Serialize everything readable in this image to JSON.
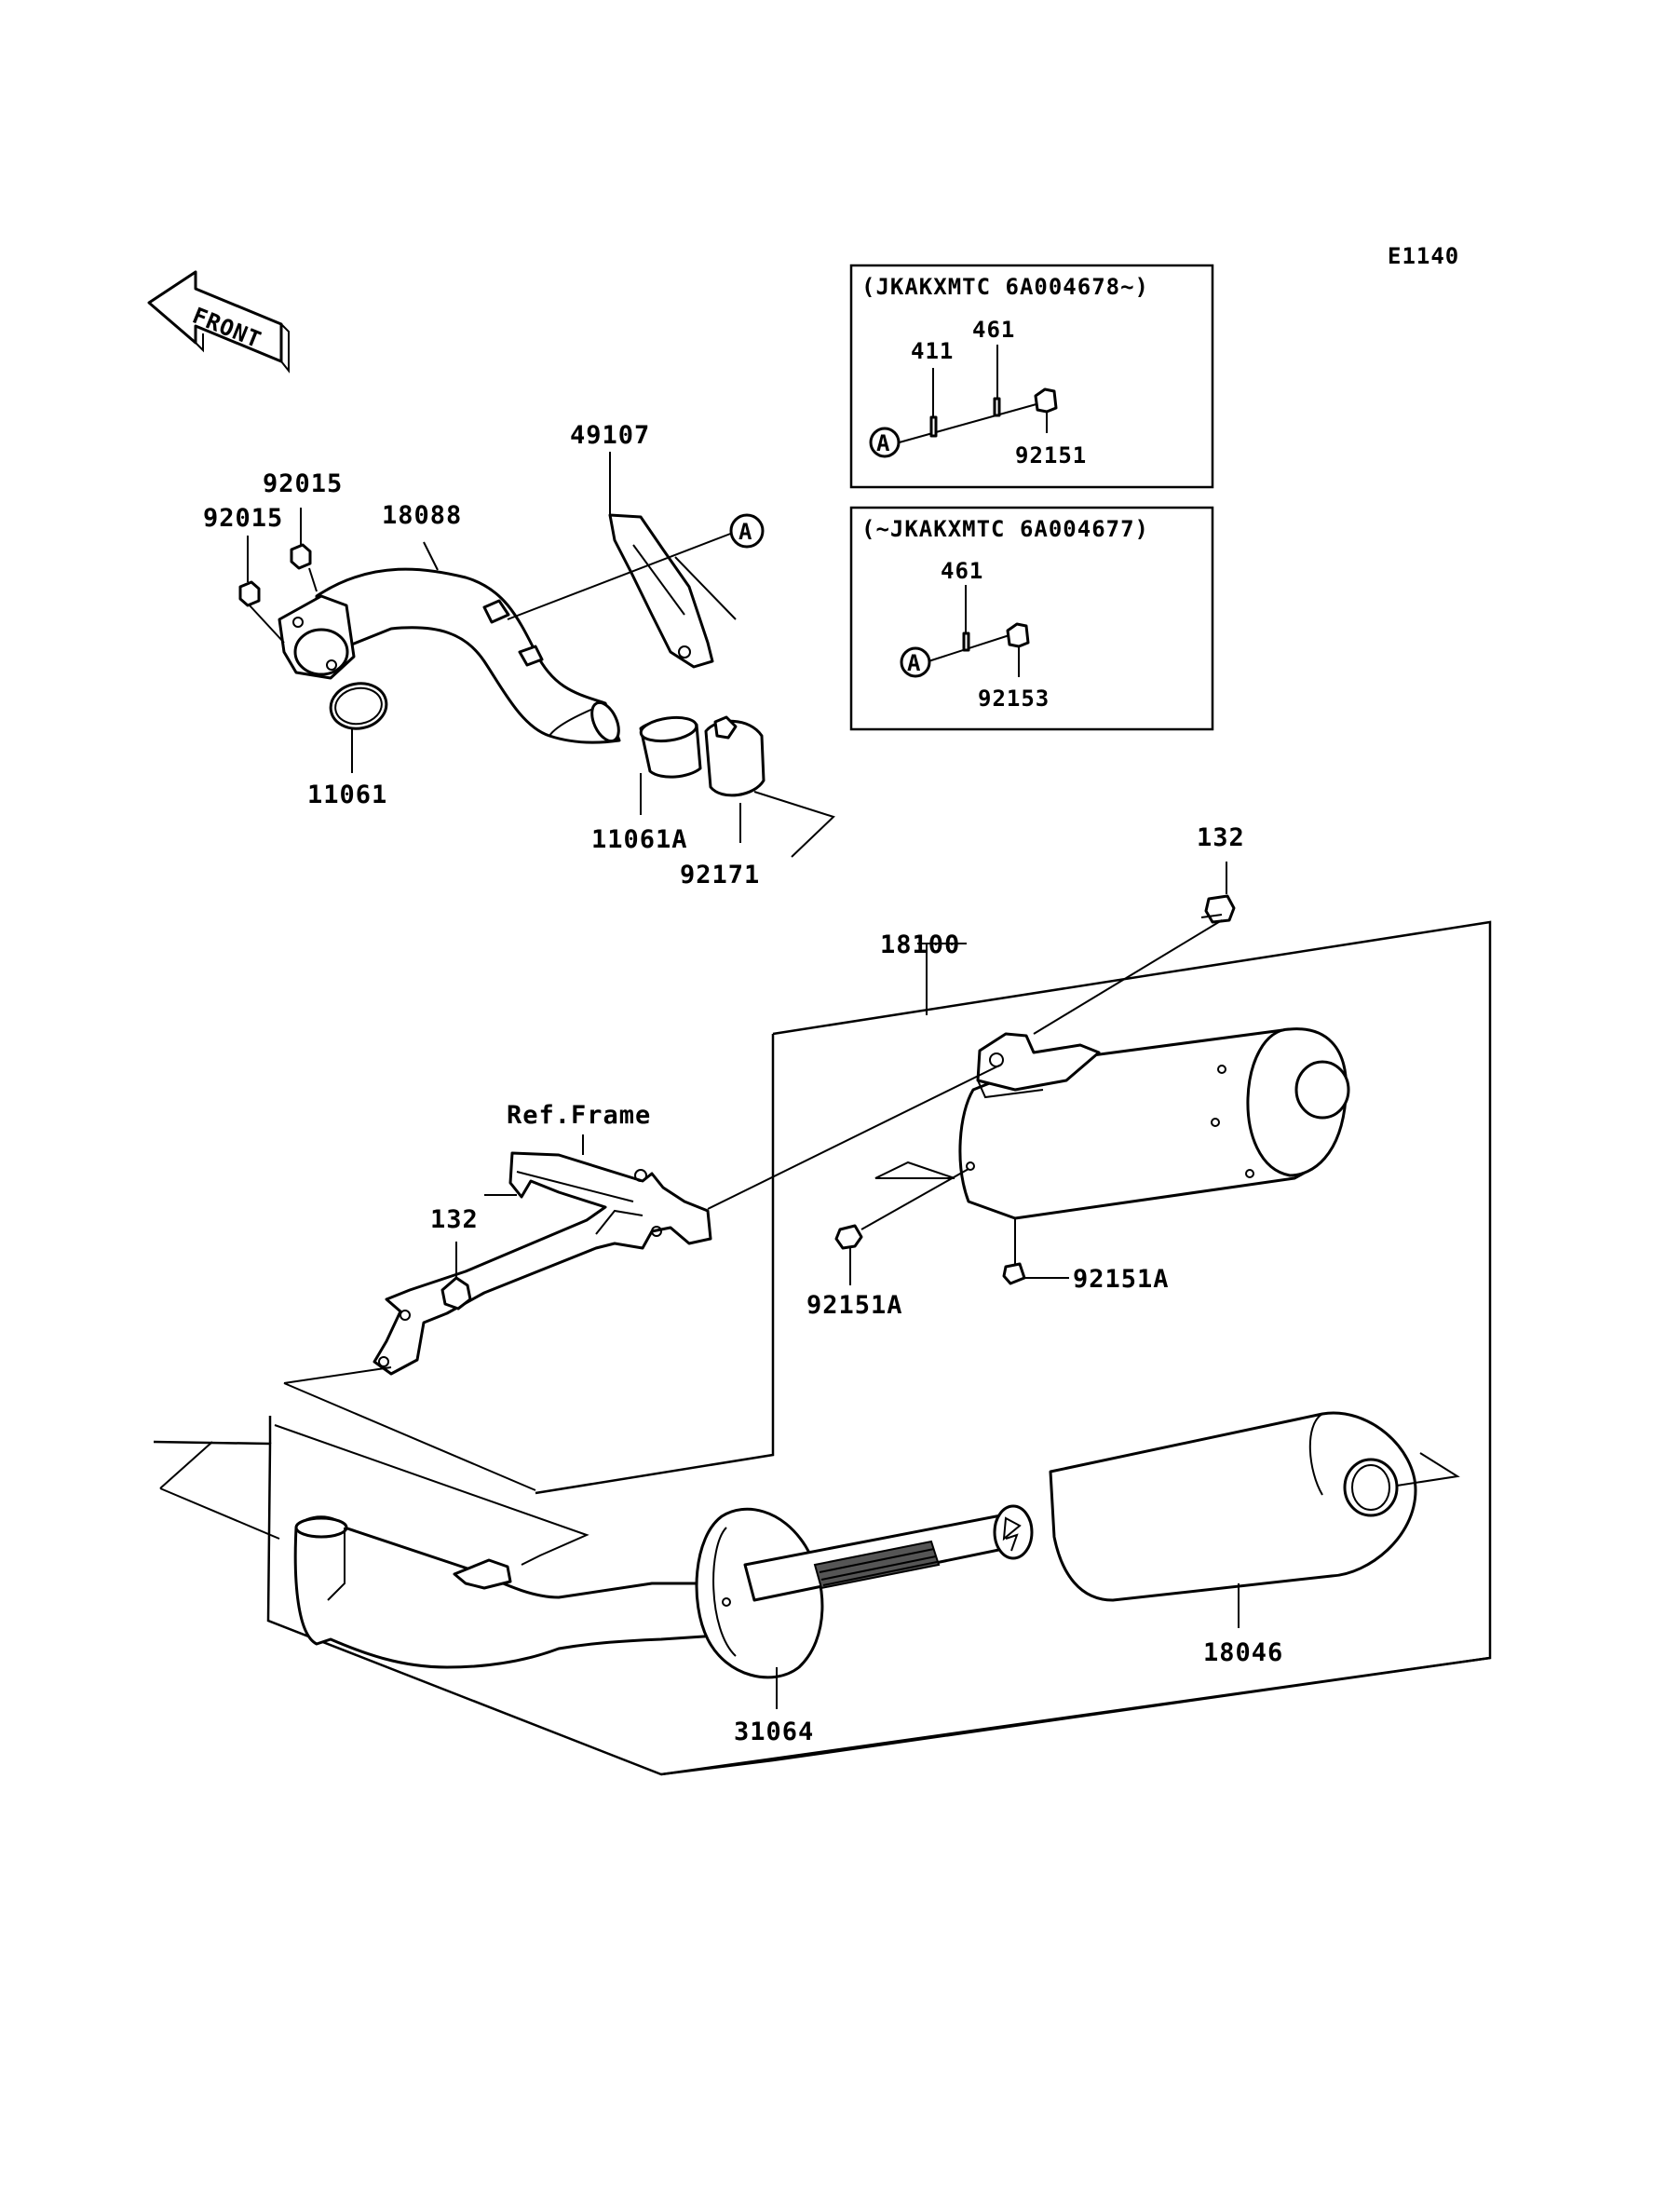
{
  "diagram_code": "E1140",
  "front_arrow_label": "FRONT",
  "reference_marker": "A",
  "inset_boxes": [
    {
      "title": "(JKAKXMTC 6A004678~)",
      "parts": [
        "411",
        "461",
        "92151"
      ]
    },
    {
      "title": "(~JKAKXMTC 6A004677)",
      "parts": [
        "461",
        "92153"
      ]
    }
  ],
  "part_labels": {
    "p49107": "49107",
    "p92015_a": "92015",
    "p92015_b": "92015",
    "p18088": "18088",
    "p11061": "11061",
    "p11061a": "11061A",
    "p92171": "92171",
    "p132_a": "132",
    "p18100": "18100",
    "ref_frame": "Ref.Frame",
    "p132_b": "132",
    "p92151a_a": "92151A",
    "p92151a_b": "92151A",
    "p18046": "18046",
    "p31064": "31064"
  }
}
